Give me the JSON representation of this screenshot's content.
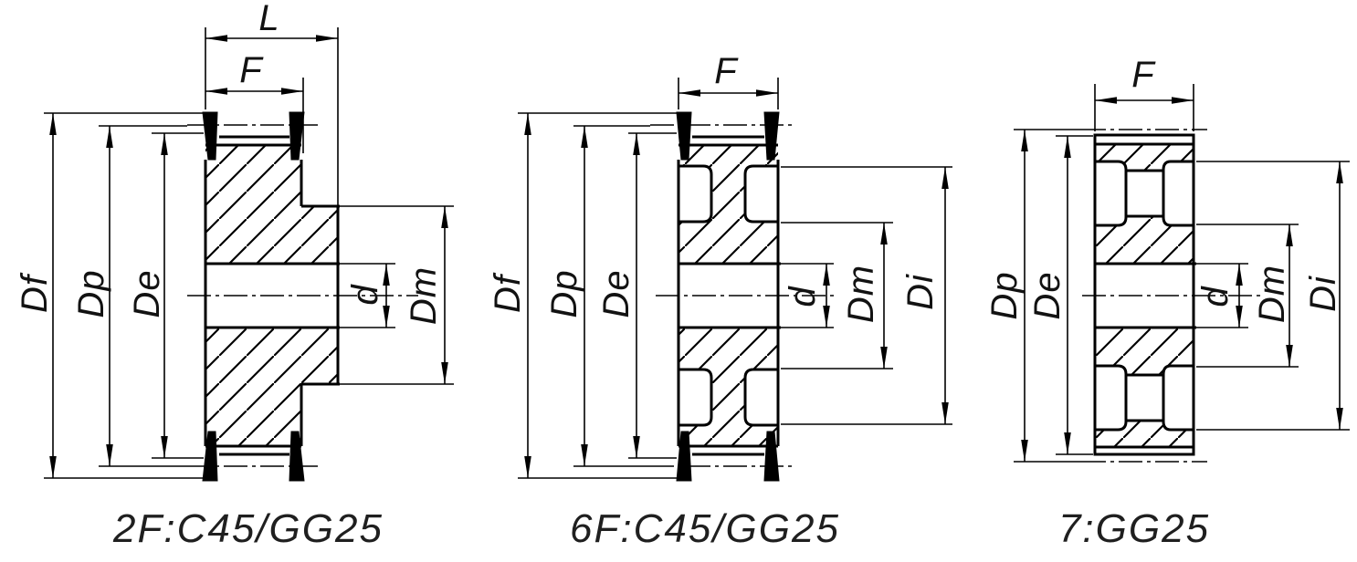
{
  "diagram": {
    "type": "engineering-drawing",
    "subject": "timing-belt pulley cross sections",
    "colors": {
      "background": "#ffffff",
      "line": "#000000",
      "text": "#1a1a1a"
    },
    "pulleys": [
      {
        "caption": "2F:C45/GG25",
        "labels": {
          "L": "L",
          "F": "F",
          "Df": "Df",
          "Dp": "Dp",
          "De": "De",
          "d": "d",
          "Dm": "Dm"
        }
      },
      {
        "caption": "6F:C45/GG25",
        "labels": {
          "F": "F",
          "Df": "Df",
          "Dp": "Dp",
          "De": "De",
          "d": "d",
          "Dm": "Dm",
          "Di": "Di"
        }
      },
      {
        "caption": "7:GG25",
        "labels": {
          "F": "F",
          "Dp": "Dp",
          "De": "De",
          "d": "d",
          "Dm": "Dm",
          "Di": "Di"
        }
      }
    ]
  }
}
